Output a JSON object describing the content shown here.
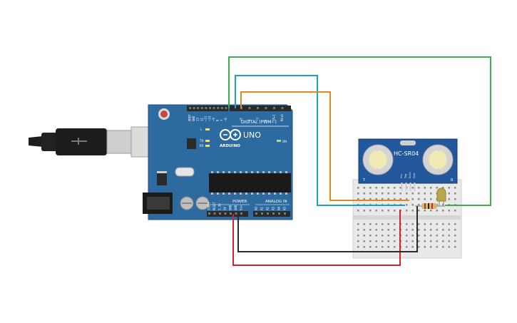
{
  "arduino": {
    "brand_text": "ARDUINO",
    "model_text": "UNO",
    "digital_label": "DIGITAL (PWM~)",
    "power_label": "POWER",
    "analog_label": "ANALOG IN",
    "on_label": "ON",
    "l_label": "L",
    "tx_label": "TX",
    "rx_label": "RX",
    "digital_pins": [
      "AREF",
      "GND",
      "13",
      "12",
      "~11",
      "~10",
      "~9",
      "8",
      "7",
      "~6",
      "~5",
      "4",
      "~3",
      "2",
      "TX▸1",
      "RX◂0"
    ],
    "power_pins": [
      "IOREF",
      "RESET",
      "3.3V",
      "5V",
      "GND",
      "GND",
      "Vin"
    ],
    "analog_pins": [
      "A0",
      "A1",
      "A2",
      "A3",
      "A4",
      "A5"
    ]
  },
  "sensor": {
    "model_label": "HC-SR04",
    "pins": [
      "Vcc",
      "Trig",
      "Echo",
      "Gnd"
    ],
    "t_label": "T",
    "r_label": "R"
  },
  "colors": {
    "board": "#2c6aa0",
    "board_dark": "#1f5383",
    "wire_green": "#3dae49",
    "wire_blue": "#1aa1c9",
    "wire_orange": "#e2861e",
    "wire_red": "#d2232a",
    "wire_black": "#2b2b2b",
    "breadboard": "#e9e9e9",
    "sensor_board": "#23579b",
    "led": "#b8a84a"
  }
}
